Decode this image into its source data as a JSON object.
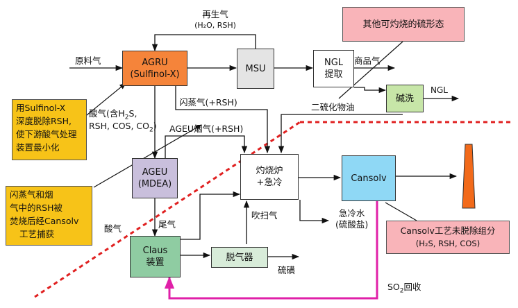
{
  "colors": {
    "agru": "#f5843a",
    "msu": "#e4e4e4",
    "claus": "#8fcca2",
    "degasser": "#d8ecd9",
    "cansolv": "#8fd8f5",
    "caustic": "#c7e6a8",
    "agev": "#c9bfdc",
    "note_yellow": "#f7c318",
    "note_pink": "#f9b4b9",
    "so2_line": "#e020a8",
    "boundary": "#e02020",
    "stack": "#f26a1a"
  },
  "boxes": {
    "agru": [
      "AGRU",
      "(Sulfinol-X)"
    ],
    "msu": [
      "MSU"
    ],
    "ngl": [
      "NGL",
      "提取"
    ],
    "caustic": [
      "碱洗"
    ],
    "ageu": [
      "AGEU",
      "(MDEA)"
    ],
    "incinerator": [
      "灼烧炉",
      "+急冷"
    ],
    "cansolv": [
      "Cansolv"
    ],
    "claus": [
      "Claus",
      "装置"
    ],
    "degasser": [
      "脱气器"
    ]
  },
  "notes": {
    "other_sulfur": "其他可灼烧的硫形态",
    "sulfinol": [
      "用Sulfinol-X",
      "深度脱除RSH,",
      "使下游酸气处理",
      "装置最小化"
    ],
    "flash": [
      "闪蒸气和烟",
      "气中的RSH被",
      "焚烧后经Cansolv",
      "工艺捕获"
    ],
    "cansolv_residue": [
      "Cansolv工艺未脱除组分",
      "(H₂S, RSH, COS)"
    ]
  },
  "labels": {
    "regen_gas": "再生气",
    "regen_comp": "(H₂O, RSH)",
    "feed_gas": "原料气",
    "product_gas": "商品气",
    "ngl_out": "NGL",
    "flash_gas": "闪蒸气(+RSH)",
    "disulfide_oil": "二硫化物油",
    "acid_gas_l1_a": "酸气(含H",
    "acid_gas_l1_b": "2",
    "acid_gas_l1_c": "S,",
    "acid_gas_l2": "RSH, COS,  CO",
    "acid_gas_l2_sub": "2",
    "acid_gas_l2_end": ")",
    "ageu_flue": "AGEU烟气(+RSH)",
    "acid_gas": "酸气",
    "tail_gas": "尾气",
    "purge_gas": "吹扫气",
    "quench_water": "急冷水",
    "sulfate": "(硫酸盐)",
    "sulfur": "硫磺",
    "so2_recovery_a": "SO",
    "so2_recovery_b": "2",
    "so2_recovery_c": "回收"
  }
}
